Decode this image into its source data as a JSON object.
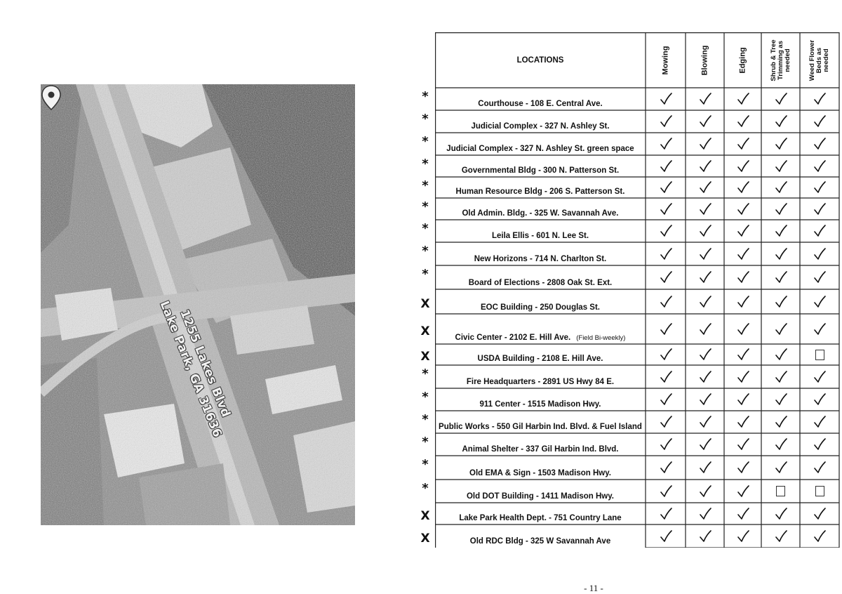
{
  "map": {
    "address_line1": "1255 Lakes Blvd",
    "address_line2": "Lake Park, GA 31636",
    "pin_icon": "map-pin-icon"
  },
  "table": {
    "location_header": "LOCATIONS",
    "services": [
      {
        "key": "mowing",
        "lines": [
          "Mowing"
        ]
      },
      {
        "key": "blowing",
        "lines": [
          "Blowing"
        ]
      },
      {
        "key": "edging",
        "lines": [
          "Edging"
        ]
      },
      {
        "key": "shrub",
        "lines": [
          "Shrub & Tree",
          "Trimming as",
          "needed"
        ]
      },
      {
        "key": "weed",
        "lines": [
          "Weed Flower",
          "Beds as",
          "needed"
        ]
      }
    ],
    "rows": [
      {
        "marker": "*",
        "name": "Courthouse",
        "address": " - 108 E. Central Ave.",
        "note": "",
        "marks": [
          1,
          1,
          1,
          1,
          1
        ]
      },
      {
        "marker": "*",
        "name": "Judicial Complex - 327 N. Ashley St.",
        "address": "",
        "note": "",
        "marks": [
          1,
          1,
          1,
          1,
          1
        ]
      },
      {
        "marker": "*",
        "name": "Judicial Complex - 327 N. Ashley St.",
        "address": " green space",
        "note": "",
        "marks": [
          1,
          1,
          1,
          1,
          1
        ]
      },
      {
        "marker": "*",
        "name": "Governmental Bldg - 300 N. Patterson St.",
        "address": "",
        "note": "",
        "marks": [
          1,
          1,
          1,
          1,
          1
        ]
      },
      {
        "marker": "*",
        "name": "Human Resource Bldg - 206 S. Patterson St.",
        "address": "",
        "note": "",
        "marks": [
          1,
          1,
          1,
          1,
          1
        ]
      },
      {
        "marker": "*",
        "name": "Old Admin. Bldg. - 325 W. Savannah Ave.",
        "address": "",
        "note": "",
        "marks": [
          1,
          1,
          1,
          1,
          1
        ]
      },
      {
        "marker": "*",
        "name": "Leila Ellis - 601 N. Lee St.",
        "address": "",
        "note": "",
        "marks": [
          1,
          1,
          1,
          1,
          1
        ]
      },
      {
        "marker": "*",
        "name": "New Horizons - 714 N. Charlton St.",
        "address": "",
        "note": "",
        "marks": [
          1,
          1,
          1,
          1,
          1
        ]
      },
      {
        "marker": "*",
        "name": "Board of Elections - 2808 Oak St. Ext.",
        "address": "",
        "note": "",
        "marks": [
          1,
          1,
          1,
          1,
          1
        ]
      },
      {
        "marker": "X",
        "name": "EOC Building - 250 Douglas St.",
        "address": "",
        "note": "",
        "marks": [
          1,
          1,
          1,
          1,
          1
        ]
      },
      {
        "marker": "X",
        "name": "Civic Center - 2102 E. Hill Ave.",
        "address": "",
        "note": "(Field Bi-weekly)",
        "marks": [
          1,
          1,
          1,
          1,
          1
        ]
      },
      {
        "marker": "X",
        "name": "USDA Building - 2108 E. Hill Ave.",
        "address": "",
        "note": "",
        "marks": [
          1,
          1,
          1,
          1,
          0
        ]
      },
      {
        "marker": "*",
        "name": "Fire Headquarters - 2891 US Hwy 84 E.",
        "address": "",
        "note": "",
        "marks": [
          1,
          1,
          1,
          1,
          1
        ]
      },
      {
        "marker": "*",
        "name": "911 Center - 1515 Madison Hwy.",
        "address": "",
        "note": "",
        "marks": [
          1,
          1,
          1,
          1,
          1
        ]
      },
      {
        "marker": "*",
        "name": "Public Works - 550 Gil Harbin Ind. Blvd. & Fuel Island",
        "address": "",
        "note": "",
        "marks": [
          1,
          1,
          1,
          1,
          1
        ]
      },
      {
        "marker": "*",
        "name": "Animal Shelter - 337 Gil Harbin Ind. Blvd.",
        "address": "",
        "note": "",
        "marks": [
          1,
          1,
          1,
          1,
          1
        ]
      },
      {
        "marker": "*",
        "name": "Old EMA & Sign - 1503 Madison Hwy.",
        "address": "",
        "note": "",
        "marks": [
          1,
          1,
          1,
          1,
          1
        ]
      },
      {
        "marker": "*",
        "name": "Old DOT Building - 1411 Madison Hwy.",
        "address": "",
        "note": "",
        "marks": [
          1,
          1,
          1,
          0,
          0
        ]
      },
      {
        "marker": "X",
        "name": "Lake Park Health Dept. - 751 Country Lane",
        "address": "",
        "note": "",
        "marks": [
          1,
          1,
          1,
          1,
          1
        ]
      },
      {
        "marker": "X",
        "name": "Old RDC Bldg - 325 W Savannah Ave",
        "address": "",
        "note": "",
        "marks": [
          1,
          1,
          1,
          1,
          1
        ]
      }
    ]
  },
  "page_number": "- 11 -"
}
